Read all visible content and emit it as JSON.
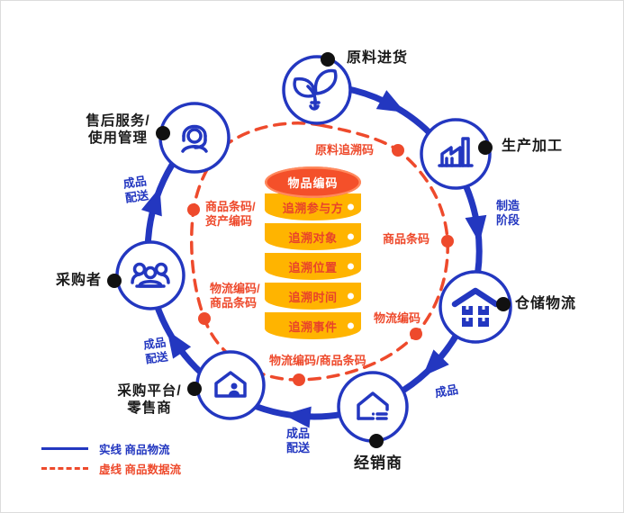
{
  "colors": {
    "blue": "#2337c0",
    "red": "#ee4a2c",
    "gold": "#ffb400",
    "cap_orange": "#f4502a",
    "black": "#1a1a1a"
  },
  "nodes": [
    {
      "id": "raw-material",
      "label": "原料进货",
      "icon": "sprout-icon"
    },
    {
      "id": "production",
      "label": "生产加工",
      "icon": "factory-icon"
    },
    {
      "id": "warehouse",
      "label": "仓储物流",
      "icon": "warehouse-icon"
    },
    {
      "id": "distributor",
      "label": "经销商",
      "icon": "house-list-icon"
    },
    {
      "id": "retailer",
      "label": "采购平台/\n零售商",
      "icon": "shop-person-icon"
    },
    {
      "id": "purchaser",
      "label": "采购者",
      "icon": "people-icon"
    },
    {
      "id": "after-sales",
      "label": "售后服务/\n使用管理",
      "icon": "headset-icon"
    }
  ],
  "flow_labels": {
    "manufacturing_stage": "制造\n阶段",
    "finished_goods_right": "成品",
    "delivery_bottom": "成品\n配送",
    "delivery_left": "成品\n配送",
    "delivery_top_left": "成品\n配送"
  },
  "data_labels": {
    "raw_trace_code": "原料追溯码",
    "barcode_asset": "商品条码/\n资产编码",
    "barcode_right": "商品条码",
    "logistics_barcode_left": "物流编码/\n商品条码",
    "logistics_code_right": "物流编码",
    "logistics_barcode_bottom": "物流编码/商品条码"
  },
  "cylinder": {
    "cap": "物品编码",
    "bands": [
      "追溯参与方",
      "追溯对象",
      "追溯位置",
      "追溯时间",
      "追溯事件"
    ]
  },
  "legend": {
    "solid": {
      "label": "实线 商品物流"
    },
    "dashed": {
      "label": "虚线 商品数据流"
    }
  }
}
